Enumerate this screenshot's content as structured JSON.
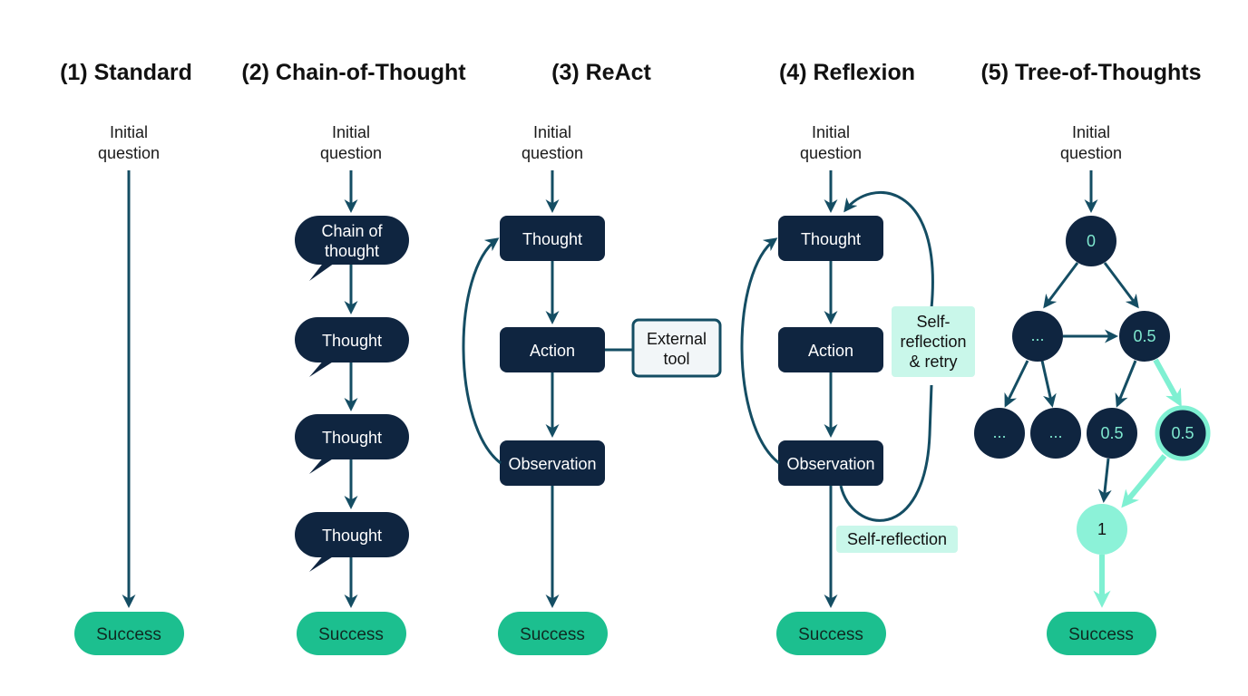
{
  "colors": {
    "node": "#0f2540",
    "edge": "#144d63",
    "success": "#1cbf8f",
    "highlight": "#7ff0d2",
    "note_bg": "#c9f7ea",
    "tool_bg": "#f2f6f8"
  },
  "panels": [
    {
      "title": "(1) Standard",
      "question": [
        "Initial",
        "question"
      ],
      "success": "Success"
    },
    {
      "title": "(2) Chain-of-Thought",
      "question": [
        "Initial",
        "question"
      ],
      "bubbles": [
        [
          "Chain of",
          "thought"
        ],
        [
          "Thought"
        ],
        [
          "Thought"
        ],
        [
          "Thought"
        ]
      ],
      "success": "Success"
    },
    {
      "title": "(3) ReAct",
      "question": [
        "Initial",
        "question"
      ],
      "thought": "Thought",
      "action": "Action",
      "observation": "Observation",
      "tool": [
        "External",
        "tool"
      ],
      "success": "Success"
    },
    {
      "title": "(4) Reflexion",
      "question": [
        "Initial",
        "question"
      ],
      "thought": "Thought",
      "action": "Action",
      "observation": "Observation",
      "retry_note": [
        "Self-",
        "reflection",
        "& retry"
      ],
      "reflection_note": "Self-reflection",
      "success": "Success"
    },
    {
      "title": "(5) Tree-of-Thoughts",
      "question": [
        "Initial",
        "question"
      ],
      "tree": {
        "root": "0",
        "level1": [
          "...",
          "0.5"
        ],
        "level2": [
          "...",
          "...",
          "0.5",
          "0.5"
        ],
        "final": "1"
      },
      "success": "Success"
    }
  ]
}
